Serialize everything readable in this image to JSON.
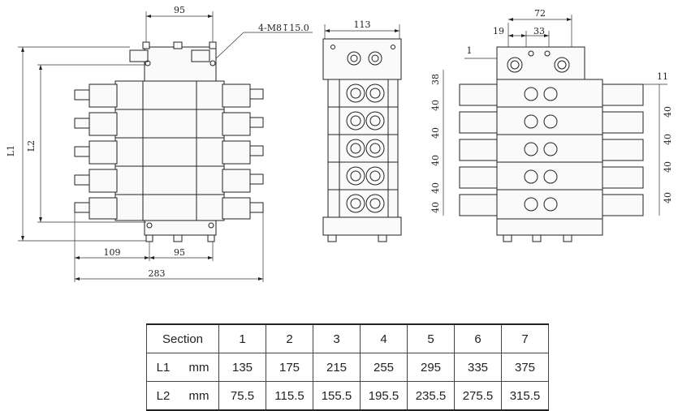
{
  "dimensions": {
    "top_width": "95",
    "bolt_note": "4-M8↧15.0",
    "left_total_height": "L1",
    "left_inner_height": "L2",
    "bottom_left_offset": "109",
    "bottom_right_width": "95",
    "overall_width": "283",
    "middle_width": "113",
    "right_overall": "72",
    "right_offset_a": "19",
    "right_offset_b": "33",
    "right_gap": "1",
    "right_top_height": "38",
    "section_pitch": [
      "40",
      "40",
      "40",
      "40",
      "40"
    ],
    "right_side_pitch": [
      "40",
      "40",
      "40",
      "40"
    ],
    "right_side_offset": "11"
  },
  "table": {
    "header_label": "Section",
    "sections": [
      "1",
      "2",
      "3",
      "4",
      "5",
      "6",
      "7"
    ],
    "rows": [
      {
        "label": "L1",
        "unit": "mm",
        "values": [
          "135",
          "175",
          "215",
          "255",
          "295",
          "335",
          "375"
        ]
      },
      {
        "label": "L2",
        "unit": "mm",
        "values": [
          "75.5",
          "115.5",
          "155.5",
          "195.5",
          "235.5",
          "275.5",
          "315.5"
        ]
      }
    ]
  }
}
